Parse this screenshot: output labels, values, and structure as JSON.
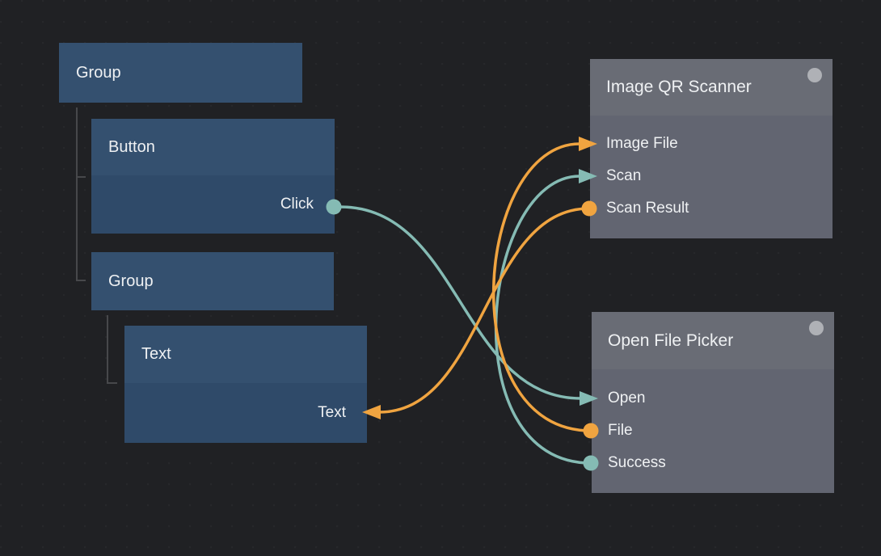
{
  "canvas": {
    "kind": "node-graph-editor"
  },
  "colors": {
    "background": "#202124",
    "box_header": "#34506F",
    "box_body": "#2F4A69",
    "node_header": "#696C75",
    "node_body": "#626571",
    "badge": "#AFB1B6",
    "teal": "#85BBB4",
    "orange": "#F0A440",
    "tree_line": "#47484B",
    "text": "#EFF1F3"
  },
  "tree_panel": {
    "items": [
      {
        "label": "Group",
        "type": "group",
        "depth": 0
      },
      {
        "label": "Button",
        "type": "button",
        "depth": 1,
        "port": {
          "label": "Click",
          "direction": "output",
          "marker": "dot",
          "color": "teal"
        }
      },
      {
        "label": "Group",
        "type": "group",
        "depth": 1
      },
      {
        "label": "Text",
        "type": "text",
        "depth": 2,
        "port": {
          "label": "Text",
          "direction": "input",
          "marker": "arrow",
          "color": "orange"
        }
      }
    ]
  },
  "nodes": [
    {
      "title": "Image QR Scanner",
      "badge": "status-circle",
      "ports": [
        {
          "label": "Image File",
          "direction": "input",
          "marker": "arrow",
          "color": "orange"
        },
        {
          "label": "Scan",
          "direction": "input",
          "marker": "arrow",
          "color": "teal"
        },
        {
          "label": "Scan Result",
          "direction": "output",
          "marker": "dot",
          "color": "orange"
        }
      ]
    },
    {
      "title": "Open File Picker",
      "badge": "status-circle",
      "ports": [
        {
          "label": "Open",
          "direction": "input",
          "marker": "arrow",
          "color": "teal"
        },
        {
          "label": "File",
          "direction": "output",
          "marker": "dot",
          "color": "orange"
        },
        {
          "label": "Success",
          "direction": "output",
          "marker": "dot",
          "color": "teal"
        }
      ]
    }
  ],
  "connections": [
    {
      "from": "Button.Click",
      "to": "Open File Picker.Open",
      "color": "teal"
    },
    {
      "from": "Open File Picker.Success",
      "to": "Image QR Scanner.Scan",
      "color": "teal"
    },
    {
      "from": "Open File Picker.File",
      "to": "Image QR Scanner.Image File",
      "color": "orange"
    },
    {
      "from": "Image QR Scanner.Scan Result",
      "to": "Text.Text",
      "color": "orange"
    }
  ]
}
